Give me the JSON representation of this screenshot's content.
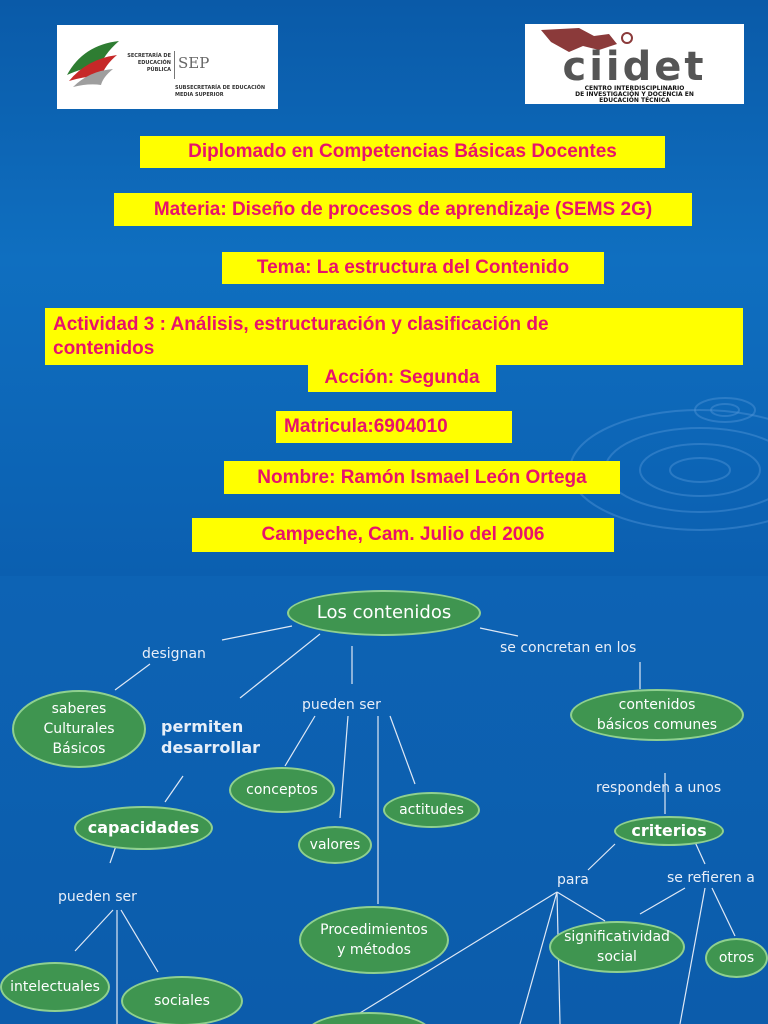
{
  "slide1": {
    "logo_left": {
      "seal_lines": [
        "SECRETARÍA DE",
        "EDUCACIÓN",
        "PÚBLICA"
      ],
      "abbr": "SEP",
      "subtitle_lines": [
        "SUBSECRETARÍA DE EDUCACIÓN",
        "MEDIA SUPERIOR"
      ]
    },
    "logo_right": {
      "name": "ciidet",
      "caption_lines": [
        "CENTRO INTERDISCIPLINARIO",
        "DE INVESTIGACIÓN Y DOCENCIA EN",
        "EDUCACIÓN TÉCNICA"
      ]
    },
    "diplomado": "Diplomado en Competencias Básicas Docentes",
    "materia": "Materia: Diseño de procesos de aprendizaje (SEMS 2G)",
    "tema": "Tema: La estructura del Contenido",
    "actividad_line1": "Actividad  3 : Análisis, estructuración y clasificación de",
    "actividad_line2": "contenidos",
    "accion": "Acción: Segunda",
    "matricula": "Matricula:6904010",
    "nombre": "Nombre: Ramón Ismael León Ortega",
    "lugar_fecha": "Campeche, Cam. Julio del 2006",
    "colors": {
      "box": "#ffff00",
      "text": "#e8126b",
      "background": "#0f6fc0"
    }
  },
  "slide2": {
    "nodes": {
      "los_contenidos": "Los contenidos",
      "saberes": [
        "saberes",
        "Culturales",
        "Básicos"
      ],
      "conceptos": "conceptos",
      "actitudes": "actitudes",
      "valores": "valores",
      "procedimientos": [
        "Procedimientos",
        "y métodos"
      ],
      "capacidades": "capacidades",
      "intelectuales": "intelectuales",
      "sociales": "sociales",
      "contenidos_basicos": [
        "contenidos",
        "básicos comunes"
      ],
      "criterios": "criterios",
      "significatividad": [
        "significatividad",
        "social"
      ],
      "otros": "otros"
    },
    "labels": {
      "designan": "designan",
      "se_concretan": "se concretan en los",
      "pueden_ser_1": "pueden ser",
      "permiten": [
        "permiten",
        "desarrollar"
      ],
      "responden": "responden a unos",
      "para": "para",
      "se_refieren": "se refieren a",
      "pueden_ser_2": "pueden ser"
    },
    "colors": {
      "node_fill": "#3f9550",
      "node_border": "#8fd08f",
      "background": "#0c5cab"
    }
  }
}
